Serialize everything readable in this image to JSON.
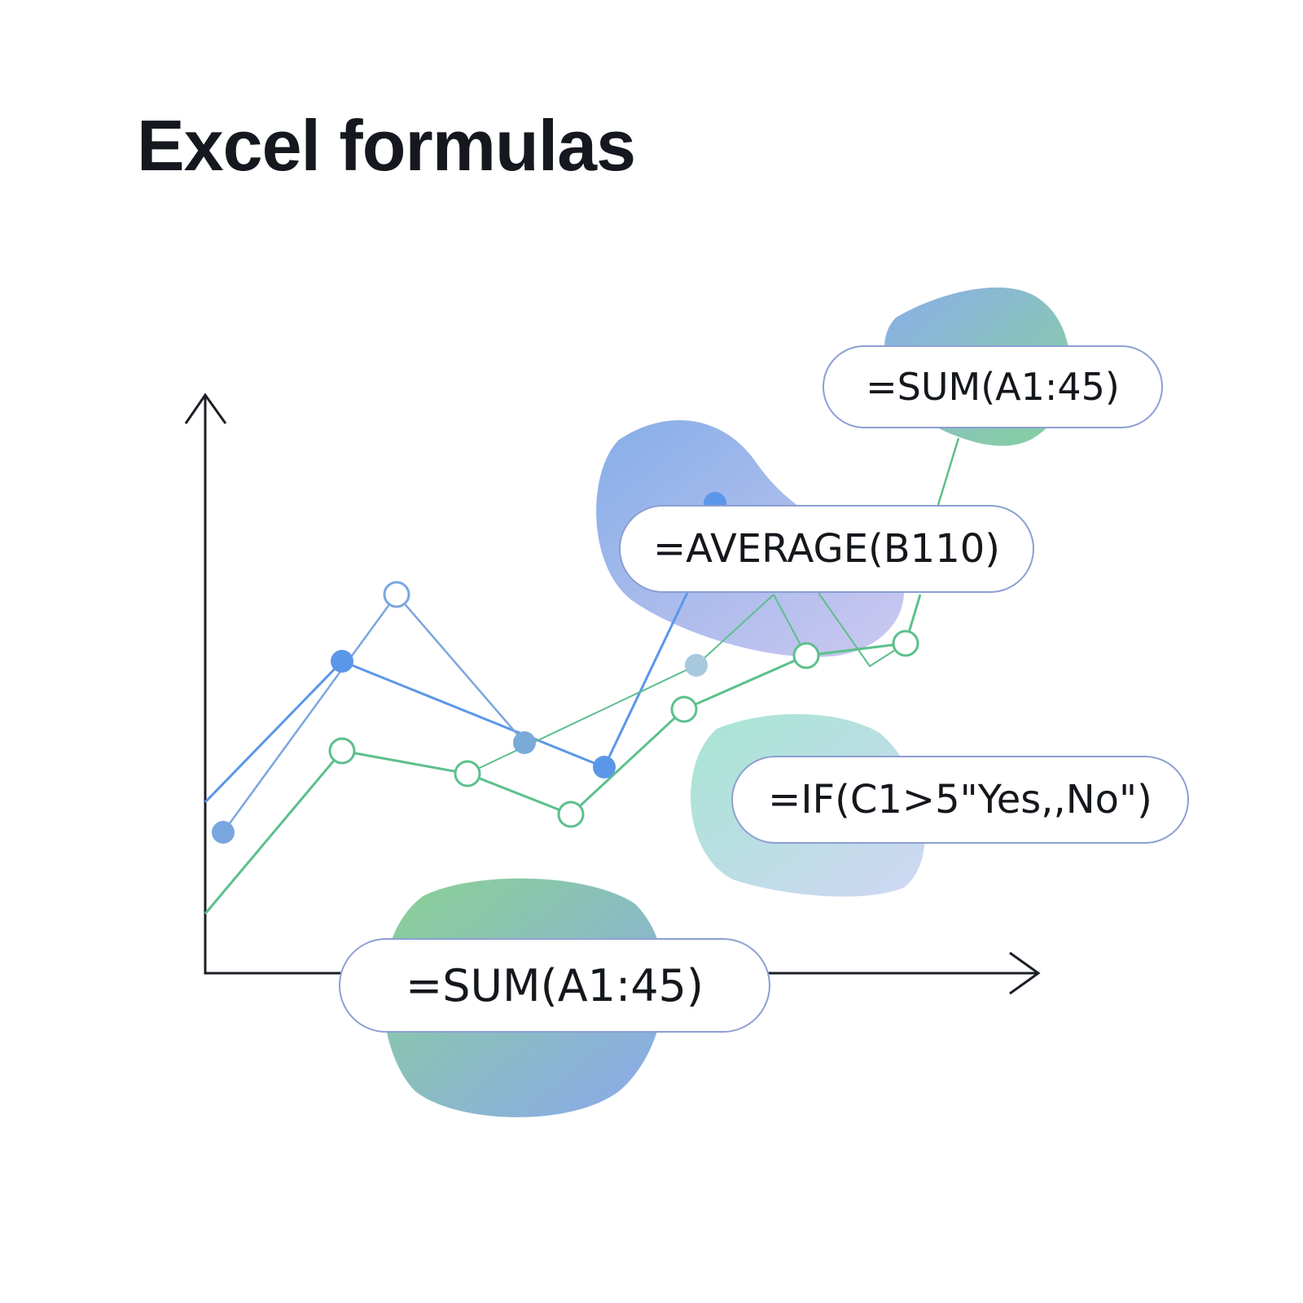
{
  "title": "Excel formulas",
  "formulas": {
    "top_right": "=SUM(A1:45)",
    "middle": "=AVERAGE(B110)",
    "right": "=IF(C1>5\"Yes,,No\")",
    "bottom": "=SUM(A1:45)"
  },
  "colors": {
    "blue": "#5b97e8",
    "light_blue": "#7aa6e0",
    "green": "#5cc08c",
    "axis": "#1c1f26",
    "pill_border": "#8c9fd3"
  }
}
